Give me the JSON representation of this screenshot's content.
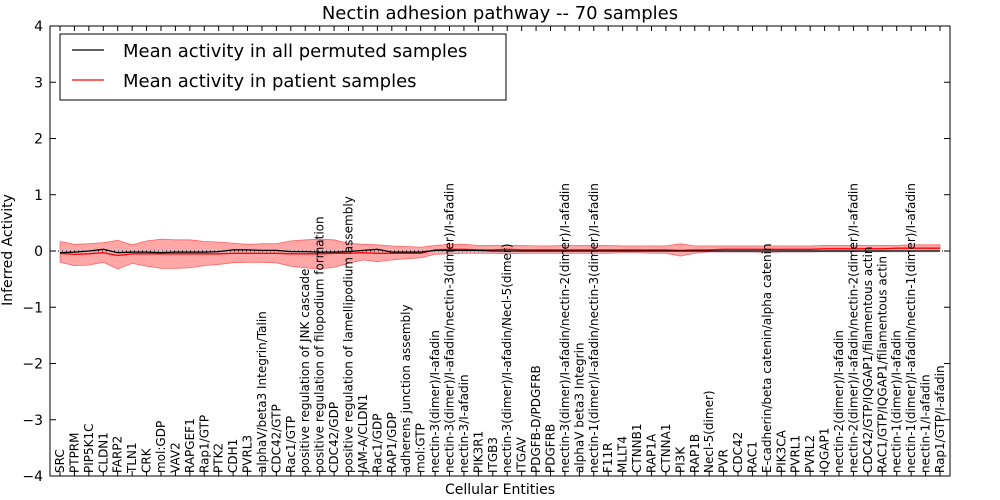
{
  "chart_data": {
    "type": "line",
    "title": "Nectin adhesion pathway -- 70 samples",
    "xlabel": "Cellular Entities",
    "ylabel": "Inferred Activity",
    "ylim": [
      -4,
      4
    ],
    "yticks": [
      -4,
      -3,
      -2,
      -1,
      0,
      1,
      2,
      3,
      4
    ],
    "legend_position": "top-left",
    "categories": [
      "SRC",
      "PTPRM",
      "PIP5K1C",
      "CLDN1",
      "FARP2",
      "TLN1",
      "CRK",
      "mol:GDP",
      "VAV2",
      "RAPGEF1",
      "Rap1/GTP",
      "PTK2",
      "CDH1",
      "PVRL3",
      "alphaV/beta3 Integrin/Talin",
      "CDC42/GTP",
      "Rac1/GTP",
      "positive regulation of JNK cascade",
      "positive regulation of filopodium formation",
      "CDC42/GDP",
      "positive regulation of lamellipodium assembly",
      "JAM-A/CLDN1",
      "Rac1/GDP",
      "RAP1/GDP",
      "adherens junction assembly",
      "mol:GTP",
      "nectin-3(dimer)/I-afadin",
      "nectin-3(dimer)/I-afadin/nectin-3(dimer)/I-afadin",
      "nectin-3/I-afadin",
      "PIK3R1",
      "ITGB3",
      "nectin-3(dimer)/I-afadin/Necl-5(dimer)",
      "ITGAV",
      "PDGFB-D/PDGFRB",
      "PDGFRB",
      "nectin-3(dimer)/I-afadin/nectin-2(dimer)/I-afadin",
      "alphaV beta3 Integrin",
      "nectin-1(dimer)/I-afadin/nectin-3(dimer)/I-afadin",
      "F11R",
      "MLLT4",
      "CTNNB1",
      "RAP1A",
      "CTNNA1",
      "PI3K",
      "RAP1B",
      "Necl-5(dimer)",
      "PVR",
      "CDC42",
      "RAC1",
      "E-cadherin/beta catenin/alpha catenin",
      "PIK3CA",
      "PVRL1",
      "PVRL2",
      "IQGAP1",
      "nectin-2(dimer)/I-afadin",
      "nectin-2(dimer)/I-afadin/nectin-2(dimer)/I-afadin",
      "CDC42/GTP/IQGAP1/filamentous actin",
      "RAC1/GTP/IQGAP1/filamentous actin",
      "nectin-1(dimer)/I-afadin",
      "nectin-1(dimer)/I-afadin/nectin-1(dimer)/I-afadin",
      "nectin-1/I-afadin",
      "Rap1/GTP/I-afadin"
    ],
    "series": [
      {
        "name": "Mean activity in all permuted samples",
        "color": "#000000",
        "values": [
          -0.03,
          -0.02,
          0.0,
          0.03,
          -0.03,
          -0.02,
          -0.02,
          -0.03,
          -0.02,
          -0.02,
          -0.02,
          -0.01,
          0.02,
          0.02,
          0.01,
          0.01,
          -0.01,
          -0.01,
          -0.02,
          -0.02,
          -0.01,
          0.01,
          0.03,
          -0.02,
          -0.02,
          -0.02,
          0.01,
          0.01,
          0.01,
          0.01,
          0.0,
          0.0,
          0.0,
          0.0,
          0.0,
          0.0,
          0.0,
          0.0,
          0.0,
          0.0,
          0.0,
          0.0,
          0.0,
          0.0,
          0.0,
          0.0,
          0.0,
          0.0,
          0.0,
          0.0,
          0.0,
          0.0,
          0.0,
          0.0,
          0.0,
          0.0,
          0.0,
          0.0,
          0.0,
          0.0,
          0.0,
          0.0
        ]
      },
      {
        "name": "Mean activity in patient samples",
        "color": "#ff0000",
        "values": [
          -0.04,
          -0.06,
          -0.05,
          -0.03,
          -0.08,
          -0.05,
          -0.05,
          -0.05,
          -0.05,
          -0.05,
          -0.05,
          -0.05,
          -0.04,
          -0.04,
          -0.04,
          -0.04,
          -0.05,
          -0.05,
          -0.05,
          -0.04,
          -0.04,
          -0.03,
          -0.04,
          -0.04,
          -0.04,
          -0.04,
          0.02,
          0.03,
          0.03,
          0.02,
          0.02,
          0.03,
          0.02,
          0.02,
          0.02,
          0.02,
          0.02,
          0.02,
          0.02,
          0.02,
          0.02,
          0.02,
          0.02,
          0.01,
          0.02,
          0.02,
          0.03,
          0.03,
          0.03,
          0.03,
          0.03,
          0.03,
          0.03,
          0.04,
          0.04,
          0.04,
          0.04,
          0.04,
          0.05,
          0.05,
          0.05,
          0.05
        ]
      }
    ],
    "band": {
      "color": "#ff0000",
      "lower": [
        -0.2,
        -0.26,
        -0.25,
        -0.2,
        -0.32,
        -0.22,
        -0.27,
        -0.31,
        -0.31,
        -0.3,
        -0.26,
        -0.24,
        -0.21,
        -0.2,
        -0.2,
        -0.21,
        -0.27,
        -0.3,
        -0.32,
        -0.29,
        -0.22,
        -0.16,
        -0.19,
        -0.16,
        -0.14,
        -0.12,
        -0.06,
        -0.05,
        -0.04,
        -0.04,
        -0.04,
        -0.05,
        -0.04,
        -0.04,
        -0.04,
        -0.04,
        -0.04,
        -0.04,
        -0.04,
        -0.03,
        -0.03,
        -0.04,
        -0.04,
        -0.09,
        -0.04,
        -0.02,
        -0.02,
        -0.02,
        -0.02,
        -0.03,
        -0.02,
        -0.02,
        -0.02,
        -0.01,
        -0.01,
        -0.01,
        -0.01,
        -0.01,
        0.0,
        0.0,
        0.0,
        0.0
      ],
      "upper": [
        0.17,
        0.12,
        0.13,
        0.15,
        0.19,
        0.11,
        0.18,
        0.21,
        0.2,
        0.2,
        0.17,
        0.16,
        0.14,
        0.12,
        0.13,
        0.13,
        0.18,
        0.2,
        0.21,
        0.2,
        0.14,
        0.12,
        0.11,
        0.09,
        0.08,
        0.07,
        0.1,
        0.12,
        0.12,
        0.1,
        0.1,
        0.1,
        0.1,
        0.09,
        0.09,
        0.1,
        0.1,
        0.1,
        0.1,
        0.09,
        0.09,
        0.09,
        0.09,
        0.13,
        0.09,
        0.09,
        0.09,
        0.09,
        0.09,
        0.09,
        0.09,
        0.09,
        0.09,
        0.1,
        0.1,
        0.1,
        0.1,
        0.1,
        0.1,
        0.11,
        0.11,
        0.11
      ]
    }
  }
}
